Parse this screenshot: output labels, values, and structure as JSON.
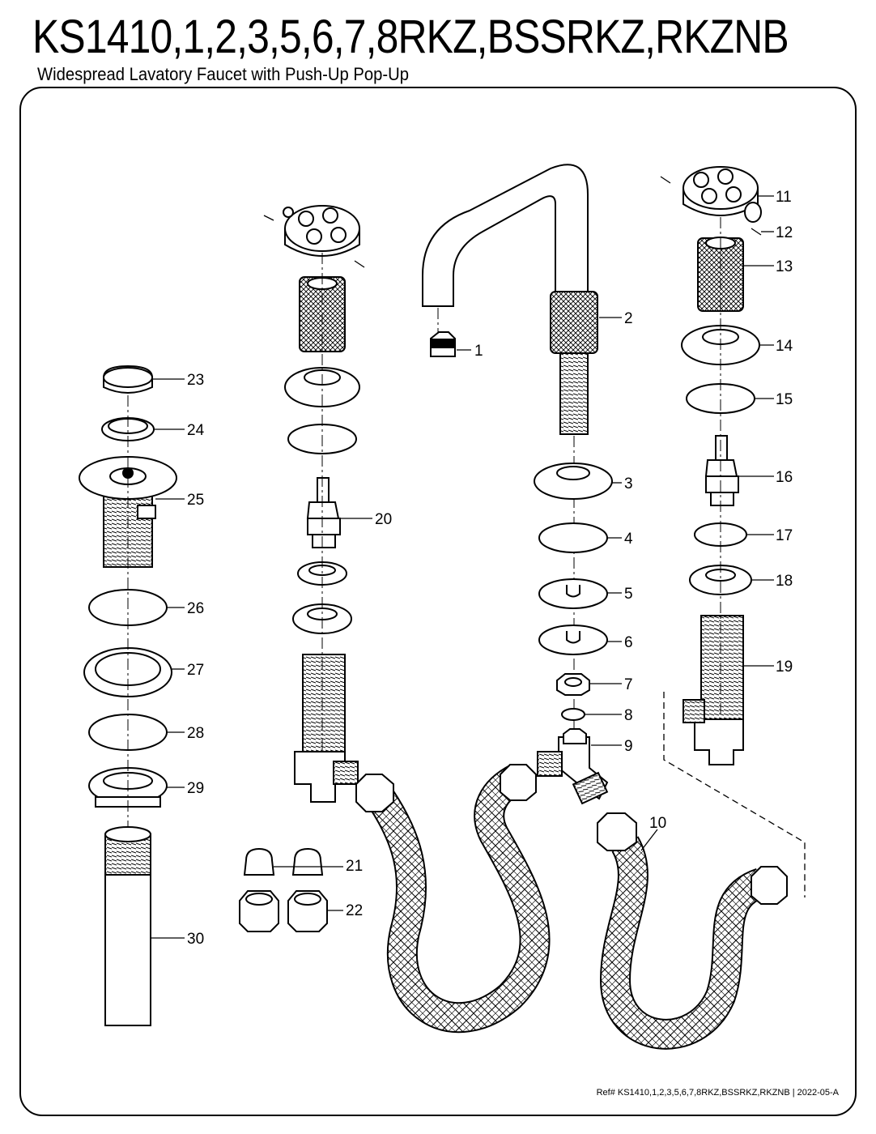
{
  "header": {
    "title": "KS1410,1,2,3,5,6,7,8RKZ,BSSRKZ,RKZNB",
    "subtitle": "Widespread Lavatory Faucet with Push-Up Pop-Up"
  },
  "callouts": [
    "1",
    "2",
    "3",
    "4",
    "5",
    "6",
    "7",
    "8",
    "9",
    "10",
    "11",
    "12",
    "13",
    "14",
    "15",
    "16",
    "17",
    "18",
    "19",
    "20",
    "21",
    "22",
    "23",
    "24",
    "25",
    "26",
    "27",
    "28",
    "29",
    "30"
  ],
  "footer": {
    "reference": "Ref# KS1410,1,2,3,5,6,7,8RKZ,BSSRKZ,RKZNB | 2022-05-A"
  },
  "colors": {
    "line": "#000000",
    "background": "#ffffff"
  }
}
